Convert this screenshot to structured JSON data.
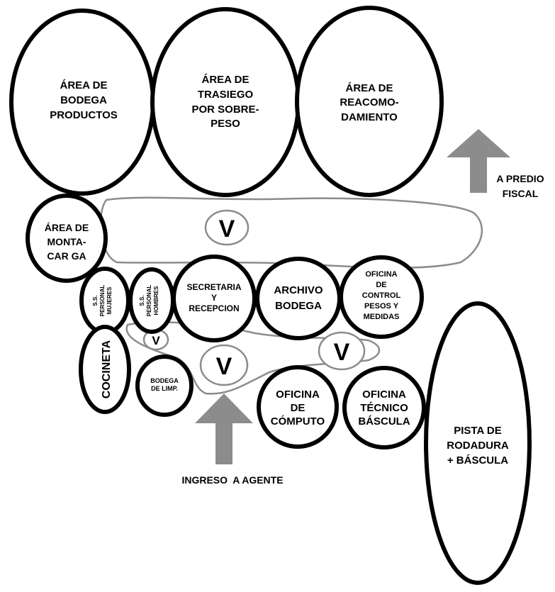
{
  "areas": {
    "bodega_productos": [
      "ÁREA DE",
      "BODEGA",
      "PRODUCTOS"
    ],
    "trasiego": [
      "ÁREA DE",
      "TRASIEGO",
      "POR SOBRE-",
      "PESO"
    ],
    "reacomodamiento": [
      "ÁREA DE",
      "REACOMO-",
      "DAMIENTO"
    ],
    "montacarga": [
      "ÁREA DE",
      "MONTA-",
      "CAR GA"
    ],
    "ss_mujeres": [
      "S.S.",
      "PERSONAL",
      "MUJERES"
    ],
    "ss_hombres": [
      "S.S.",
      "PERSONAL",
      "HOMBRES"
    ],
    "secretaria": [
      "SECRETARIA",
      "Y",
      "RECEPCION"
    ],
    "archivo": [
      "ARCHIVO",
      "BODEGA"
    ],
    "oficina_control": [
      "OFICINA",
      "DE",
      "CONTROL",
      "PESOS Y",
      "MEDIDAS"
    ],
    "cocineta": "COCINETA",
    "bodega_limp": [
      "BODEGA",
      "DE LIMP."
    ],
    "oficina_computo": [
      "OFICINA",
      "DE",
      "CÓMPUTO"
    ],
    "oficina_tecnico": [
      "OFICINA",
      "TÉCNICO",
      "BÁSCULA"
    ],
    "pista": [
      "PISTA DE",
      "RODADURA",
      "+ BÁSCULA"
    ]
  },
  "v_label": "V",
  "arrows": {
    "predio_fiscal": [
      "A PREDIO",
      "FISCAL"
    ],
    "ingreso": "INGRESO  A AGENTE"
  },
  "colors": {
    "outline": "#000000",
    "circulation": "#8c8c8c",
    "arrow": "#8c8c8c"
  }
}
